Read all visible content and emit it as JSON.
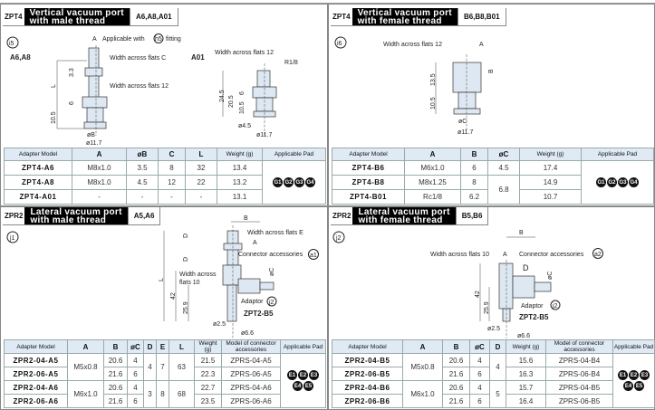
{
  "panels": [
    {
      "series": "ZPT4",
      "title1": "Vertical vacuum port",
      "title2": "with male thread",
      "codes": "A6,A8,A01",
      "labels": {
        "ref": "i5",
        "variant1": "A6,A8",
        "variant2": "A01",
        "A": "A",
        "applicable": "Applicable with",
        "h5": "h5",
        "fitting": "fitting",
        "wafC": "Width across flats C",
        "waf12": "Width across flats 12",
        "d33": "3.3",
        "L": "L",
        "d6": "6",
        "d105": "10.5",
        "oB": "øB",
        "o117": "ø11.7",
        "a01waf": "Width across flats 12",
        "r18": "R1/8",
        "d245": "24.5",
        "d205": "20.5",
        "a6": "6",
        "a105": "10.5",
        "o45": "ø4.5",
        "a0117": "ø11.7"
      },
      "table": {
        "headers": [
          "Adapter Model",
          "A",
          "øB",
          "C",
          "L",
          "Weight (g)",
          "Applicable Pad"
        ],
        "rows": [
          [
            "ZPT4-A6",
            "M8x1.0",
            "3.5",
            "8",
            "32",
            "13.4"
          ],
          [
            "ZPT4-A8",
            "M8x1.0",
            "4.5",
            "12",
            "22",
            "13.2"
          ],
          [
            "ZPT4-A01",
            "-",
            "-",
            "-",
            "-",
            "13.1"
          ]
        ],
        "pads": [
          "G1",
          "G2",
          "G3",
          "G4"
        ]
      }
    },
    {
      "series": "ZPT4",
      "title1": "Vertical vacuum port",
      "title2": "with female thread",
      "codes": "B6,B8,B01",
      "labels": {
        "ref": "i6",
        "waf12": "Width across flats 12",
        "A": "A",
        "B": "B",
        "d135": "13.5",
        "d105": "10.5",
        "oC": "øC",
        "o117": "ø11.7"
      },
      "table": {
        "headers": [
          "Adapter Model",
          "A",
          "B",
          "øC",
          "Weight (g)",
          "Applicable Pad"
        ],
        "rows": [
          [
            "ZPT4-B6",
            "M6x1.0",
            "6",
            "4.5",
            "17.4"
          ],
          [
            "ZPT4-B8",
            "M8x1.25",
            "8",
            "6.8",
            "14.9"
          ],
          [
            "ZPT4-B01",
            "Rc1/8",
            "6.2",
            "10.7"
          ]
        ],
        "pads": [
          "G1",
          "G2",
          "G3",
          "G4"
        ]
      }
    },
    {
      "series": "ZPR2",
      "title1": "Lateral vacuum port",
      "title2": "with male thread",
      "codes": "A5,A6",
      "labels": {
        "ref": "j1",
        "B": "B",
        "wafE": "Width across flats E",
        "A": "A",
        "conn": "Connector accessories",
        "a1": "a1",
        "waf10a": "Width across",
        "waf10b": "flats 10",
        "oC": "øC",
        "adaptor": "Adaptor",
        "j2": "j2",
        "zpt": "ZPT2-B5",
        "o25": "ø2.5",
        "o66": "ø6.6",
        "D1": "D",
        "D2": "D",
        "L": "L",
        "d42": "42",
        "d259": "25.9"
      },
      "table": {
        "headers": [
          "Adapter Model",
          "A",
          "B",
          "øC",
          "D",
          "E",
          "L",
          "Weight (g)",
          "Model of connector accessories",
          "Applicable Pad"
        ],
        "rows": [
          [
            "ZPR2-04-A5",
            "M5x0.8",
            "20.6",
            "4",
            "4",
            "7",
            "63",
            "21.5",
            "ZPRS-04-A5"
          ],
          [
            "ZPR2-06-A5",
            "21.6",
            "6",
            "22.3",
            "ZPRS-06-A5"
          ],
          [
            "ZPR2-04-A6",
            "M6x1.0",
            "20.6",
            "4",
            "3",
            "8",
            "68",
            "22.7",
            "ZPRS-04-A6"
          ],
          [
            "ZPR2-06-A6",
            "21.6",
            "6",
            "23.5",
            "ZPRS-06-A6"
          ]
        ],
        "pads": [
          "E1",
          "E2",
          "E3",
          "E4",
          "E5"
        ]
      }
    },
    {
      "series": "ZPR2",
      "title1": "Lateral vacuum port",
      "title2": "with female thread",
      "codes": "B5,B6",
      "labels": {
        "ref": "j2",
        "B": "B",
        "waf10": "Width across flats 10",
        "A": "A",
        "conn": "Connector accessories",
        "a2": "a2",
        "D": "D",
        "oC": "øC",
        "d42": "42",
        "d259": "25.9",
        "adaptor": "Adaptor",
        "j2": "j2",
        "zpt": "ZPT2-B5",
        "o25": "ø2.5",
        "o66": "ø6.6"
      },
      "table": {
        "headers": [
          "Adapter Model",
          "A",
          "B",
          "øC",
          "D",
          "Weight (g)",
          "Model of connector accessories",
          "Applicable Pad"
        ],
        "rows": [
          [
            "ZPR2-04-B5",
            "M5x0.8",
            "20.6",
            "4",
            "4",
            "15.6",
            "ZPRS-04-B4"
          ],
          [
            "ZPR2-06-B5",
            "21.6",
            "6",
            "16.3",
            "ZPRS-06-B4"
          ],
          [
            "ZPR2-04-B6",
            "M6x1.0",
            "20.6",
            "4",
            "5",
            "15.7",
            "ZPRS-04-B5"
          ],
          [
            "ZPR2-06-B6",
            "21.6",
            "6",
            "16.4",
            "ZPRS-06-B5"
          ]
        ],
        "pads": [
          "E1",
          "E2",
          "E3",
          "E4",
          "E5"
        ]
      }
    }
  ]
}
